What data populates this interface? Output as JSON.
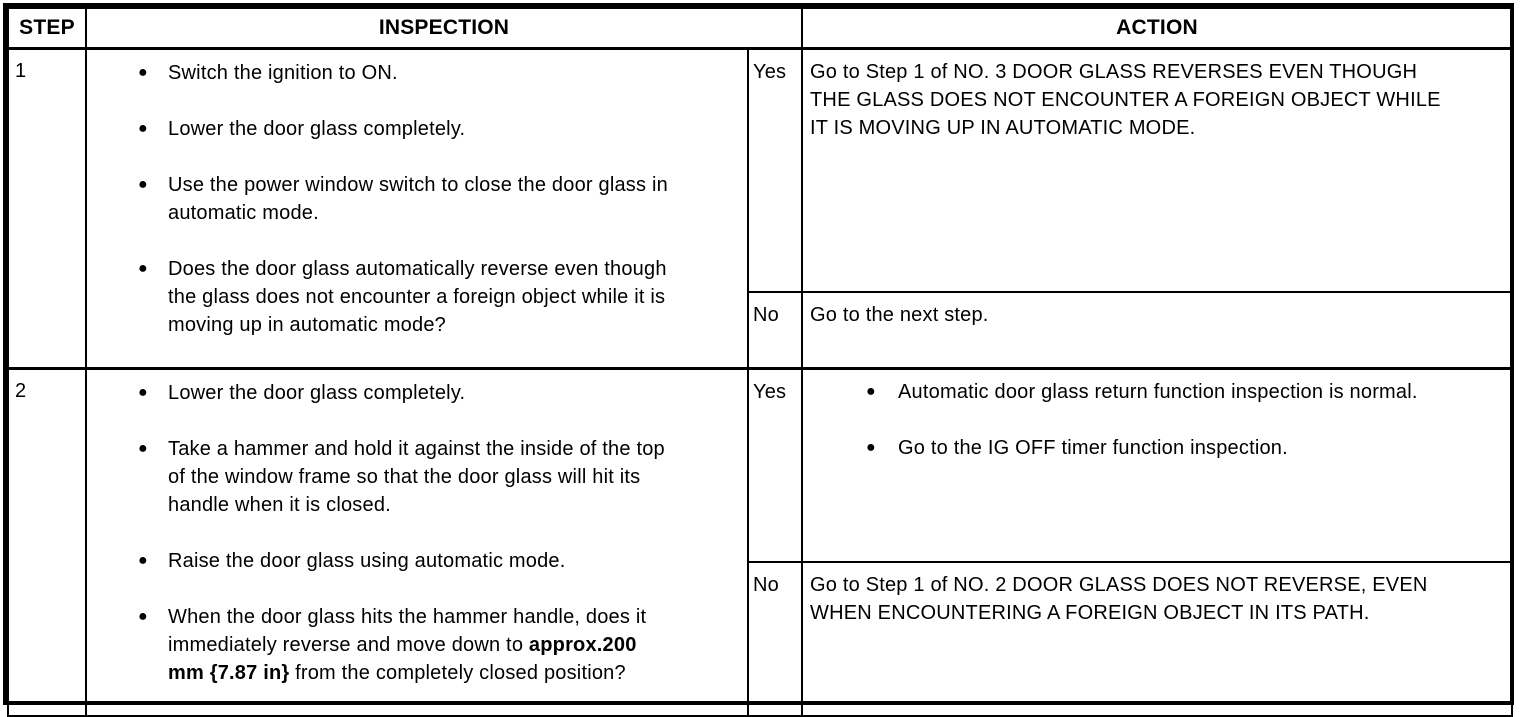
{
  "glyphs": {
    "bullet": "●"
  },
  "table": {
    "headers": {
      "step": "STEP",
      "inspection": "INSPECTION",
      "action": "ACTION"
    },
    "rows": [
      {
        "step": "1",
        "inspection_bullets": [
          "Switch the ignition to ON.",
          "Lower the door glass completely.",
          "Use the power window switch to close the door glass in automatic mode.",
          "Does the door glass automatically reverse even though the glass does not encounter a foreign object while it is moving up in automatic mode?"
        ],
        "yes_label": "Yes",
        "yes_action": "Go to Step 1 of NO. 3 DOOR GLASS REVERSES EVEN THOUGH THE GLASS DOES NOT ENCOUNTER A FOREIGN OBJECT WHILE IT IS MOVING UP IN AUTOMATIC MODE.",
        "no_label": "No",
        "no_action": "Go to the next step."
      },
      {
        "step": "2",
        "inspection_bullets": [
          "Lower the door glass completely.",
          "Take a hammer and hold it against the inside of the top of the window frame so that the door glass will hit its handle when it is closed.",
          "Raise the door glass using automatic mode."
        ],
        "inspection_bullet4": {
          "pre": "When the door glass hits the hammer handle, does it immediately reverse and move down to ",
          "bold": "approx.200 mm {7.87 in}",
          "post": " from the completely closed position?"
        },
        "yes_label": "Yes",
        "yes_action_bullets": [
          "Automatic door glass return function inspection is normal.",
          "Go to the IG OFF timer function inspection."
        ],
        "no_label": "No",
        "no_action": "Go to Step 1 of NO. 2 DOOR GLASS DOES NOT REVERSE, EVEN WHEN ENCOUNTERING A FOREIGN OBJECT IN ITS PATH."
      }
    ]
  }
}
